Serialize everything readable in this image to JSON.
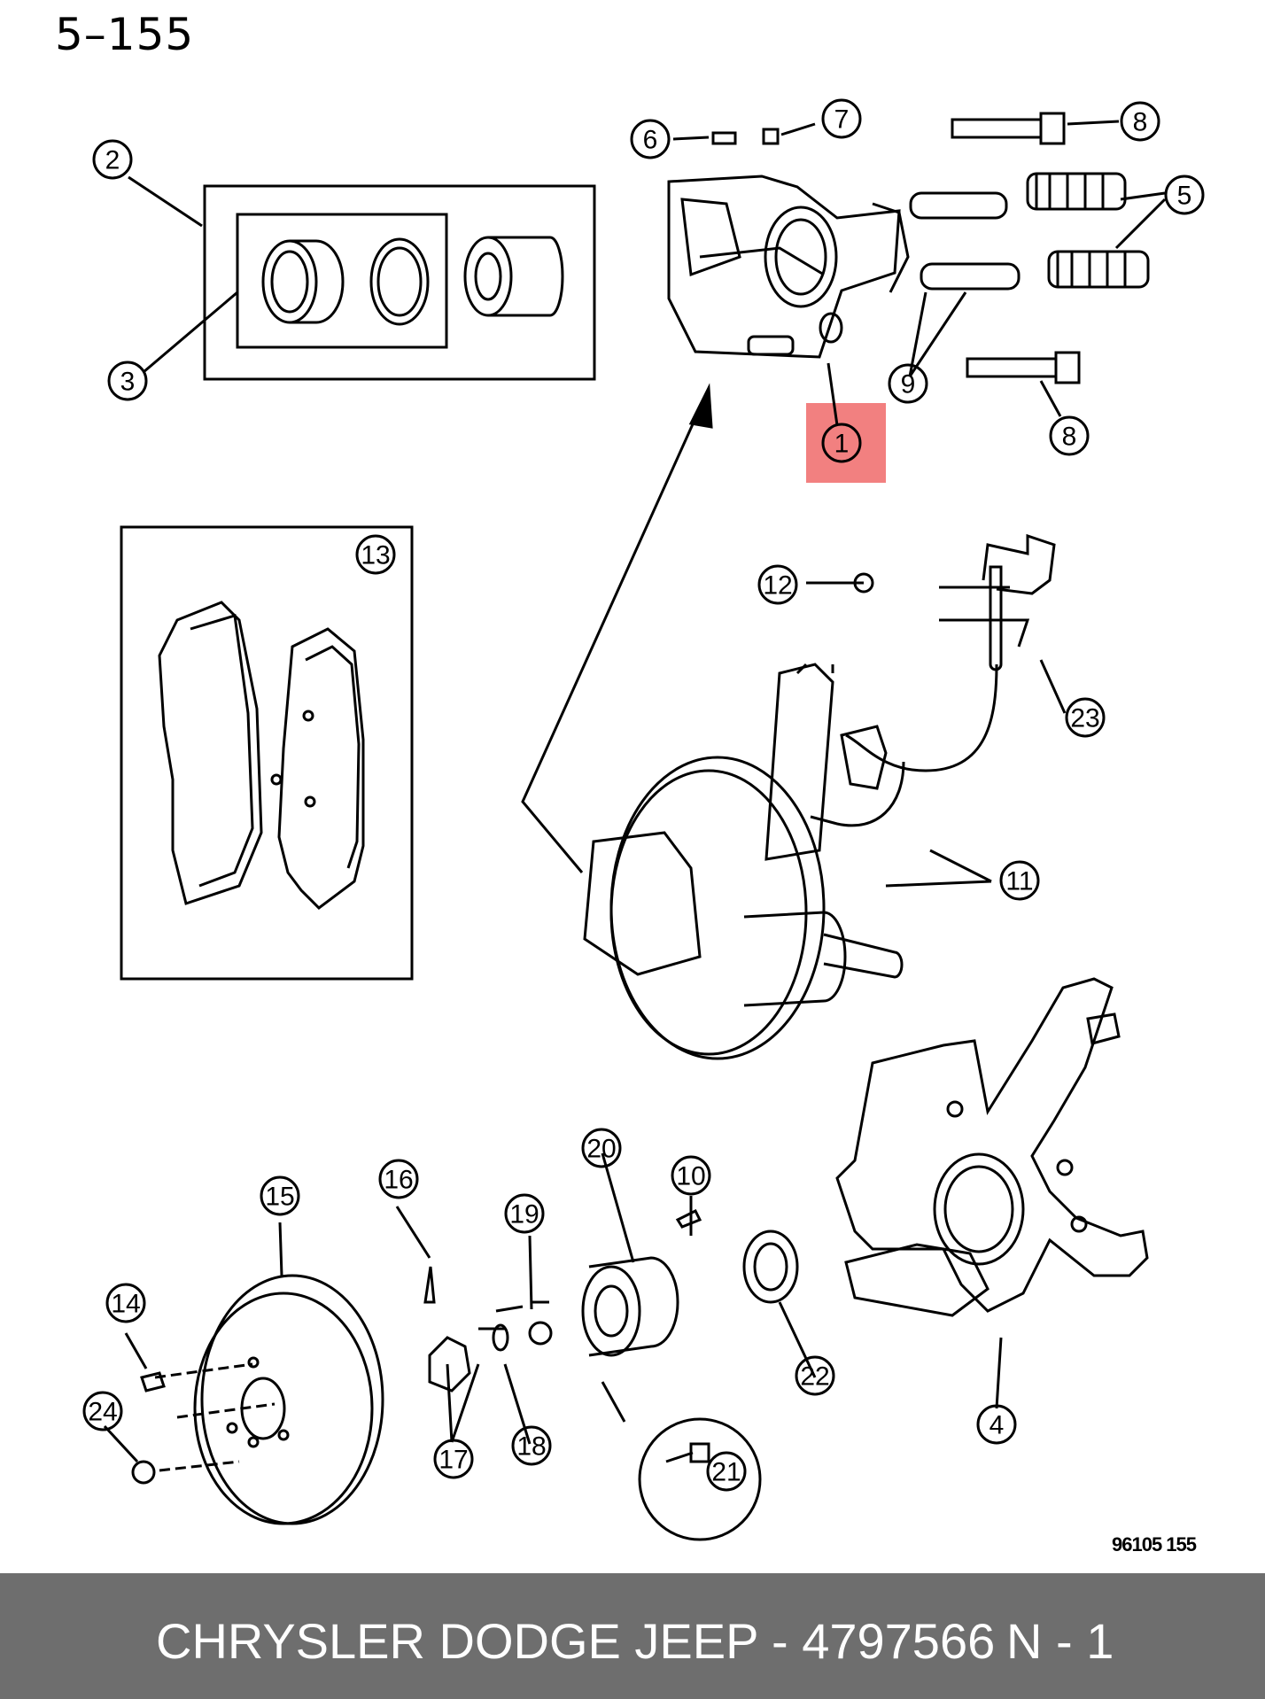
{
  "page_number": "5–155",
  "figure_code": "96105  155",
  "highlight": {
    "callout": "1",
    "color": "#f06a6a"
  },
  "callouts": {
    "c1": "1",
    "c2": "2",
    "c3": "3",
    "c4": "4",
    "c5": "5",
    "c6": "6",
    "c7": "7",
    "c8a": "8",
    "c8b": "8",
    "c9": "9",
    "c10": "10",
    "c11": "11",
    "c12": "12",
    "c13": "13",
    "c14": "14",
    "c15": "15",
    "c16": "16",
    "c17": "17",
    "c18": "18",
    "c19": "19",
    "c20": "20",
    "c21": "21",
    "c22": "22",
    "c23": "23",
    "c24": "24"
  },
  "footer": {
    "part_text": "CHRYSLER DODGE JEEP - 4797566",
    "page_text": "N - 1",
    "background": "#6e6e6e"
  }
}
